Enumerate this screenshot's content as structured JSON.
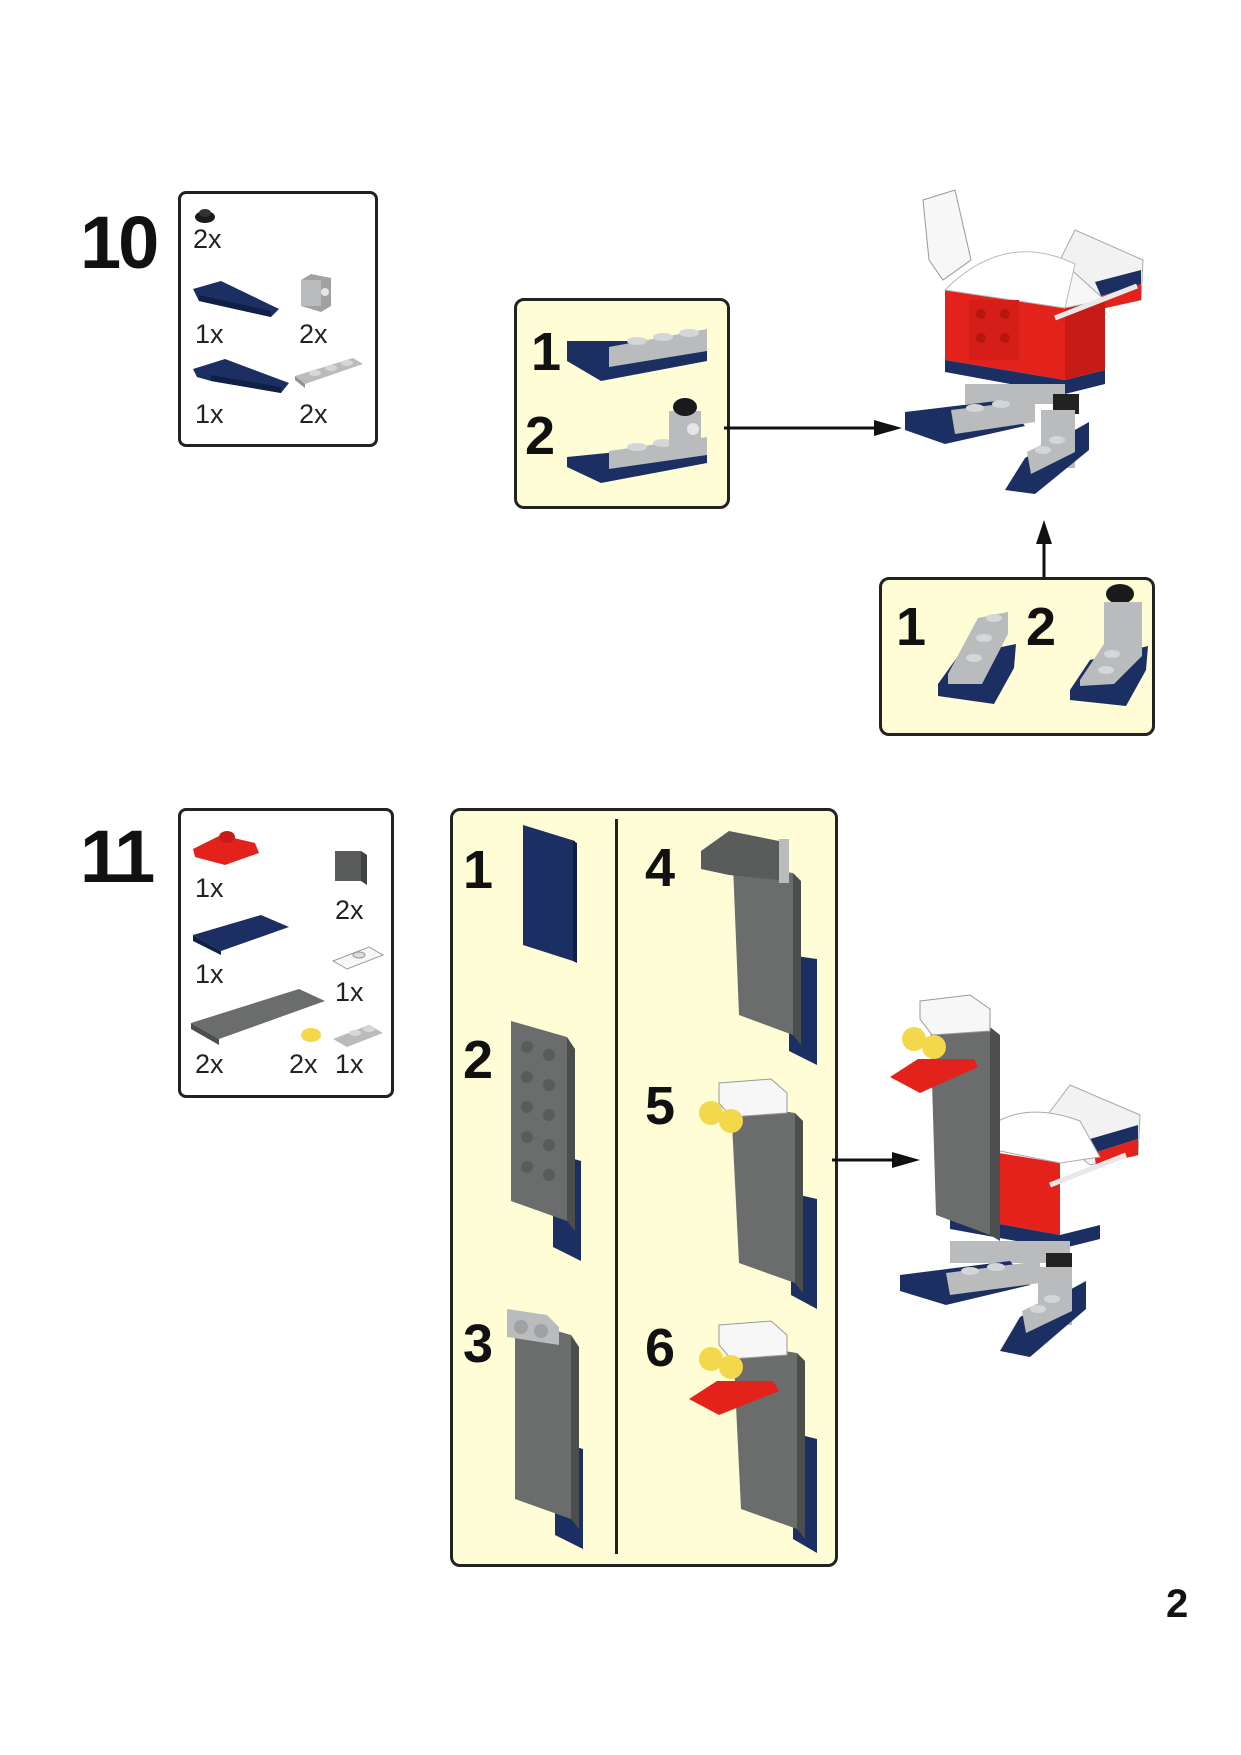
{
  "page": {
    "number": "2"
  },
  "colors": {
    "callout_bg": "#fffdd6",
    "dark_blue": "#1b2f63",
    "light_gray": "#b9bbbd",
    "dark_gray": "#6b6c6c",
    "red": "#e3231b",
    "white": "#f7f7f7",
    "trans_yellow": "#f2d84a",
    "black": "#1a1a1a"
  },
  "steps": [
    {
      "number": "10",
      "parts": [
        {
          "name": "black-round-plate-1x1",
          "qty": "2x"
        },
        {
          "name": "dark-blue-wedge-plate-right",
          "qty": "1x"
        },
        {
          "name": "light-gray-technic-brick-1x1",
          "qty": "2x"
        },
        {
          "name": "dark-blue-wedge-plate-left",
          "qty": "1x"
        },
        {
          "name": "light-gray-plate-1x3",
          "qty": "2x"
        }
      ],
      "subassemblies": [
        {
          "substeps": [
            "1",
            "2"
          ]
        },
        {
          "substeps": [
            "1",
            "2"
          ]
        }
      ]
    },
    {
      "number": "11",
      "parts": [
        {
          "name": "red-slope-2x2",
          "qty": "1x"
        },
        {
          "name": "dark-gray-bracket-1x1",
          "qty": "2x"
        },
        {
          "name": "dark-blue-plate-2x4",
          "qty": "1x"
        },
        {
          "name": "white-jumper-plate-1x2",
          "qty": "1x"
        },
        {
          "name": "dark-gray-plate-2x6",
          "qty": "2x"
        },
        {
          "name": "trans-yellow-round-plate-1x1",
          "qty": "2x"
        },
        {
          "name": "light-gray-plate-1x2",
          "qty": "1x"
        }
      ],
      "subassemblies": [
        {
          "substeps": [
            "1",
            "2",
            "3",
            "4",
            "5",
            "6"
          ]
        }
      ]
    }
  ]
}
